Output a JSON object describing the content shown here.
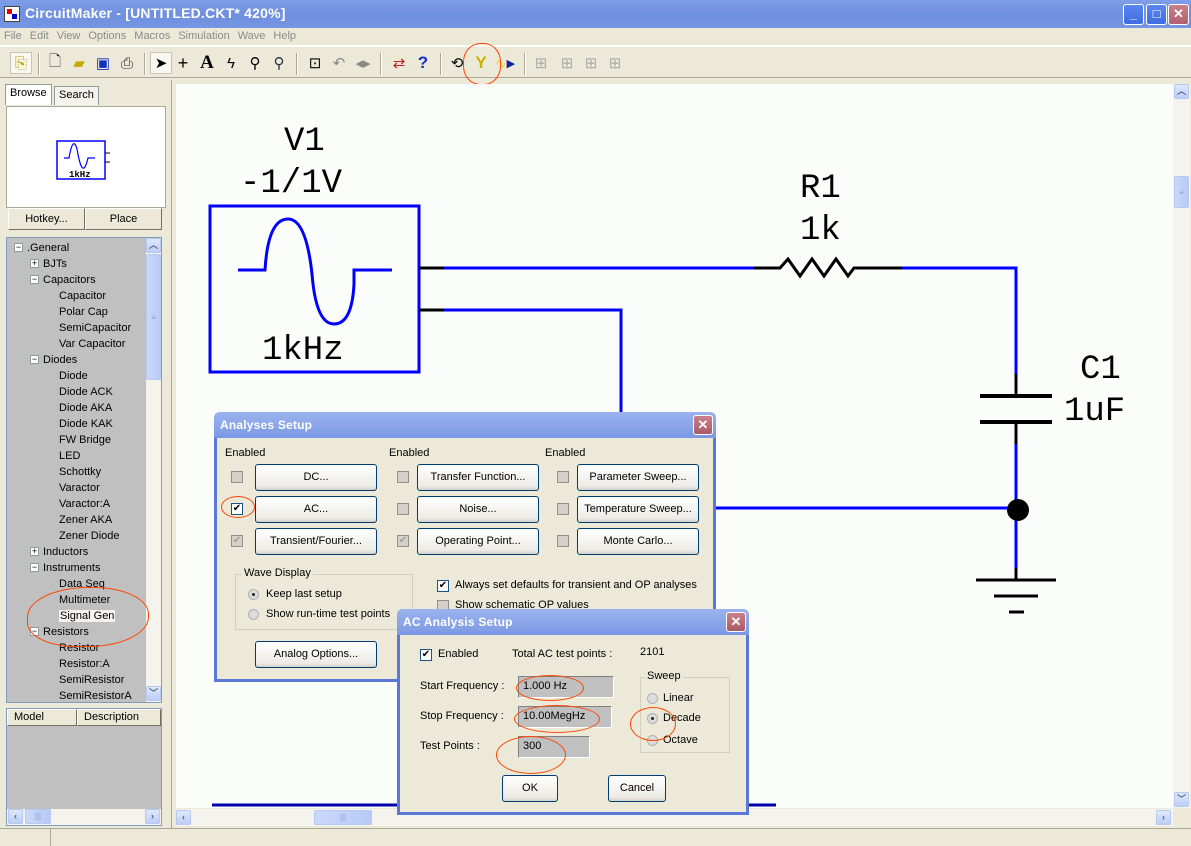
{
  "window": {
    "title": "CircuitMaker - [UNTITLED.CKT* 420%]",
    "controls": {
      "minimize": "minimize-icon",
      "maximize": "maximize-icon",
      "close": "close-icon"
    }
  },
  "menu": [
    "File",
    "Edit",
    "View",
    "Options",
    "Macros",
    "Simulation",
    "Wave",
    "Help"
  ],
  "toolbar": [
    {
      "name": "parts-icon",
      "glyph": "⎘"
    },
    {
      "name": "new-file-icon",
      "glyph": "🗋"
    },
    {
      "name": "open-folder-icon",
      "glyph": "📂"
    },
    {
      "name": "save-icon",
      "glyph": "💾"
    },
    {
      "name": "print-icon",
      "glyph": "🖶"
    },
    {
      "name": "arrow-pointer-icon",
      "glyph": "➤"
    },
    {
      "name": "wire-cross-icon",
      "glyph": "+"
    },
    {
      "name": "text-tool-icon",
      "glyph": "A"
    },
    {
      "name": "lightning-icon",
      "glyph": "⚡"
    },
    {
      "name": "probe-icon",
      "glyph": "⚲"
    },
    {
      "name": "zoom-icon",
      "glyph": "🔍"
    },
    {
      "name": "zoom-page-icon",
      "glyph": "⊡"
    },
    {
      "name": "rotate-icon",
      "glyph": "↶"
    },
    {
      "name": "mirror-icon",
      "glyph": "◂▸"
    },
    {
      "name": "netlist-icon",
      "glyph": "⇄"
    },
    {
      "name": "help-icon",
      "glyph": "?"
    },
    {
      "name": "reset-icon",
      "glyph": "⟲"
    },
    {
      "name": "analyses-wrench-icon",
      "glyph": "Y"
    },
    {
      "name": "run-simulation-icon",
      "glyph": "▶"
    },
    {
      "name": "digital-1-icon",
      "glyph": "⊞"
    },
    {
      "name": "digital-2-icon",
      "glyph": "⊞"
    },
    {
      "name": "digital-3-icon",
      "glyph": "⊞"
    },
    {
      "name": "digital-4-icon",
      "glyph": "⊞"
    }
  ],
  "left_panel": {
    "tabs": [
      "Browse",
      "Search"
    ],
    "preview_label": "1kHz",
    "hotkey_button": "Hotkey...",
    "place_button": "Place",
    "tree": [
      {
        "label": ".General",
        "level": 0,
        "toggle": "−"
      },
      {
        "label": "BJTs",
        "level": 1,
        "toggle": "+"
      },
      {
        "label": "Capacitors",
        "level": 1,
        "toggle": "−"
      },
      {
        "label": "Capacitor",
        "level": 2
      },
      {
        "label": "Polar Cap",
        "level": 2
      },
      {
        "label": "SemiCapacitor",
        "level": 2
      },
      {
        "label": "Var Capacitor",
        "level": 2
      },
      {
        "label": "Diodes",
        "level": 1,
        "toggle": "−"
      },
      {
        "label": "Diode",
        "level": 2
      },
      {
        "label": "Diode ACK",
        "level": 2
      },
      {
        "label": "Diode AKA",
        "level": 2
      },
      {
        "label": "Diode KAK",
        "level": 2
      },
      {
        "label": "FW Bridge",
        "level": 2
      },
      {
        "label": "LED",
        "level": 2
      },
      {
        "label": "Schottky",
        "level": 2
      },
      {
        "label": "Varactor",
        "level": 2
      },
      {
        "label": "Varactor:A",
        "level": 2
      },
      {
        "label": "Zener AKA",
        "level": 2
      },
      {
        "label": "Zener Diode",
        "level": 2
      },
      {
        "label": "Inductors",
        "level": 1,
        "toggle": "+"
      },
      {
        "label": "Instruments",
        "level": 1,
        "toggle": "−"
      },
      {
        "label": "Data Seq",
        "level": 2
      },
      {
        "label": "Multimeter",
        "level": 2
      },
      {
        "label": "Signal Gen",
        "level": 2,
        "selected": true
      },
      {
        "label": "Resistors",
        "level": 1,
        "toggle": "−"
      },
      {
        "label": "Resistor",
        "level": 2
      },
      {
        "label": "Resistor:A",
        "level": 2
      },
      {
        "label": "SemiResistor",
        "level": 2
      },
      {
        "label": "SemiResistorA",
        "level": 2
      }
    ],
    "model_columns": [
      "Model",
      "Description"
    ]
  },
  "schematic": {
    "source": {
      "ref": "V1",
      "value": "-1/1V",
      "freq": "1kHz"
    },
    "resistor": {
      "ref": "R1",
      "value": "1k"
    },
    "capacitor": {
      "ref": "C1",
      "value": "1uF"
    },
    "wire_color": "#0000ff"
  },
  "analyses_dialog": {
    "title": "Analyses Setup",
    "enabled_header": "Enabled",
    "buttons": [
      {
        "label": "DC...",
        "enabled": false,
        "dim": false
      },
      {
        "label": "AC...",
        "enabled": true,
        "dim": false
      },
      {
        "label": "Transient/Fourier...",
        "enabled": true,
        "dim": true
      },
      {
        "label": "Transfer Function...",
        "enabled": false,
        "dim": false
      },
      {
        "label": "Noise...",
        "enabled": false,
        "dim": false
      },
      {
        "label": "Operating Point...",
        "enabled": true,
        "dim": true
      },
      {
        "label": "Parameter Sweep...",
        "enabled": false,
        "dim": false
      },
      {
        "label": "Temperature Sweep...",
        "enabled": false,
        "dim": false
      },
      {
        "label": "Monte Carlo...",
        "enabled": false,
        "dim": false
      }
    ],
    "wave_display": {
      "title": "Wave Display",
      "options": [
        "Keep last setup",
        "Show run-time test points"
      ],
      "selected": 0
    },
    "always_defaults": {
      "label": "Always set defaults for transient and OP analyses",
      "checked": true
    },
    "show_op": {
      "label": "Show schematic OP values",
      "checked": false
    },
    "analog_options": "Analog Options..."
  },
  "ac_dialog": {
    "title": "AC Analysis Setup",
    "enabled_label": "Enabled",
    "enabled": true,
    "total_label": "Total  AC test points :",
    "total_value": "2101",
    "start_label": "Start Frequency :",
    "start_value": "1.000 Hz",
    "stop_label": "Stop Frequency :",
    "stop_value": "10.00MegHz",
    "points_label": "Test Points :",
    "points_value": "300",
    "sweep": {
      "title": "Sweep",
      "options": [
        "Linear",
        "Decade",
        "Octave"
      ],
      "selected": 1
    },
    "ok": "OK",
    "cancel": "Cancel"
  },
  "annotation_color": "#ff4500"
}
